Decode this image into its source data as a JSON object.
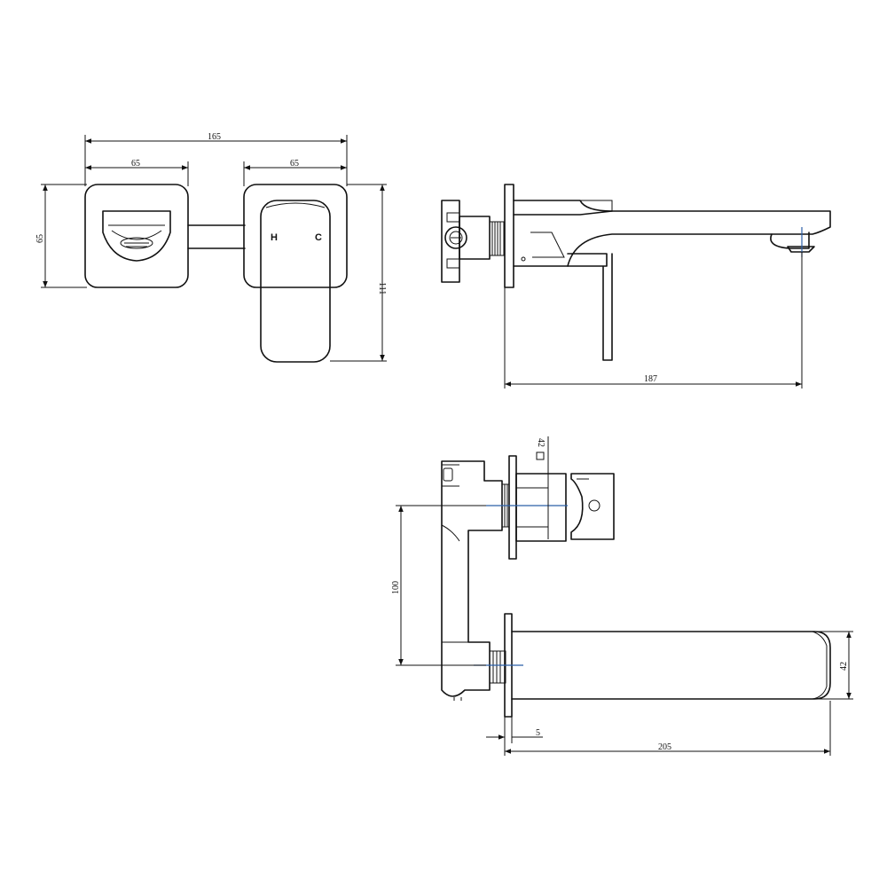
{
  "dimensions": {
    "front_total_width": "165",
    "spout_plate_width": "65",
    "handle_plate_width": "65",
    "plate_height": "65",
    "handle_total_height": "111",
    "side_projection": "187",
    "top_offset": "42",
    "inlet_spacing": "100",
    "spout_height": "42",
    "plate_thickness": "5",
    "spout_projection": "205"
  },
  "handle_marks": {
    "hot": "H",
    "cold": "C"
  }
}
